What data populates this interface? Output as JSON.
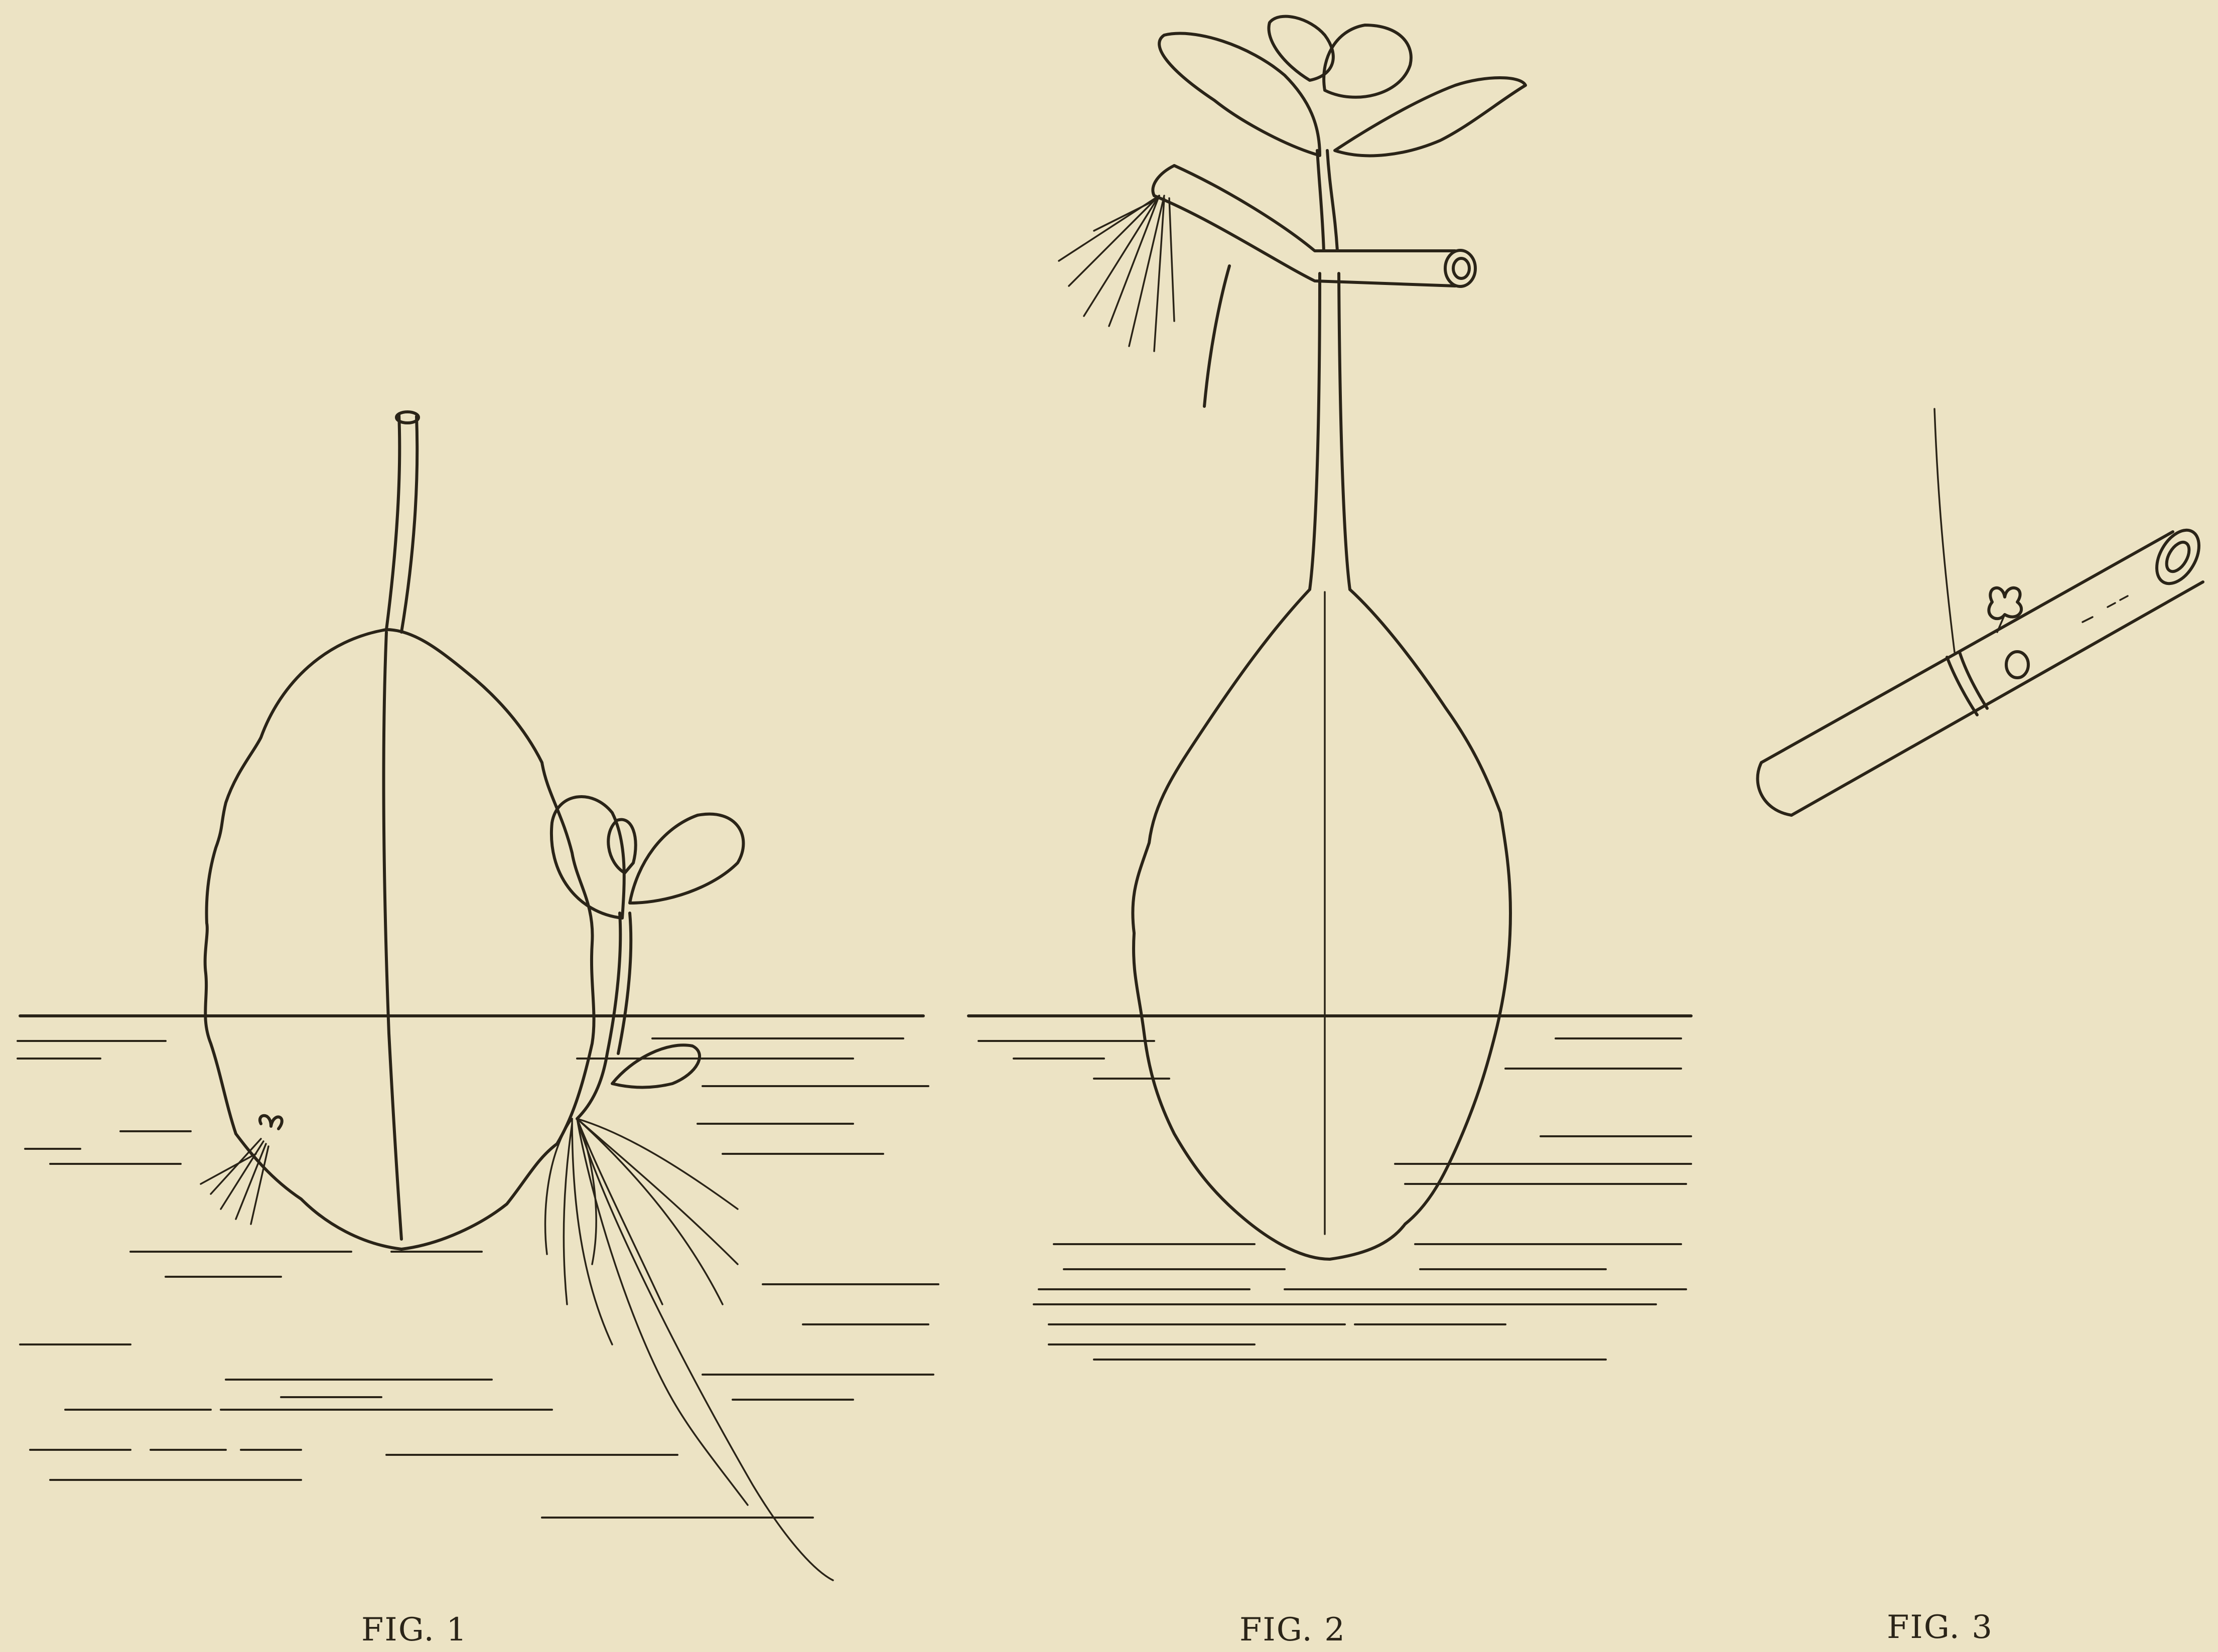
{
  "figures": [
    {
      "caption": "FIG. 1"
    },
    {
      "caption": "FIG. 2"
    },
    {
      "caption": "FIG. 3"
    }
  ],
  "colors": {
    "paper": "#ece3c4",
    "ink": "#2a2418"
  }
}
